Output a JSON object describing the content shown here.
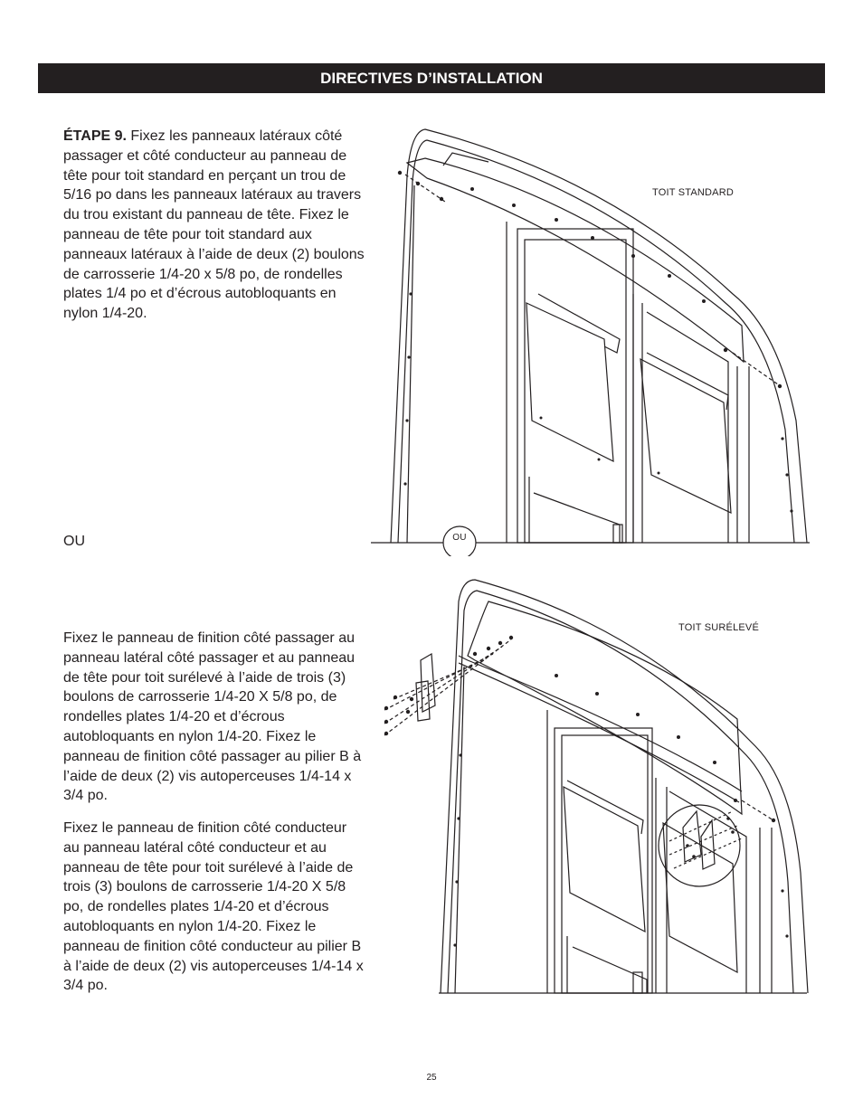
{
  "header": {
    "title": "DIRECTIVES D’INSTALLATION"
  },
  "step9": {
    "label": "ÉTAPE 9.",
    "text": "Fixez les panneaux latéraux côté passager et côté conducteur au panneau de tête pour toit standard en perçant un trou de 5/16 po dans les panneaux latéraux au travers du trou existant du panneau de tête. Fixez le panneau de tête pour toit standard aux panneaux latéraux à l’aide de deux (2) boulons de carrosserie 1/4-20 x 5/8 po, de rondelles plates 1/4 po et d’écrous autobloquants en nylon 1/4-20."
  },
  "or_text": "OU",
  "passenger_text": "Fixez le panneau de finition côté passager au panneau latéral côté passager et au panneau de tête pour toit surélevé à l’aide de trois (3) boulons de carrosserie 1/4-20 X 5/8 po, de rondelles plates 1/4-20 et d’écrous autobloquants en nylon 1/4-20. Fixez le panneau de finition côté passager au pilier B à l’aide de deux (2) vis autoperceuses 1/4-14 x 3/4 po.",
  "driver_text": "Fixez le panneau de finition côté conducteur au panneau latéral côté conducteur et au panneau de tête pour toit surélevé à l’aide de trois (3) boulons de carrosserie 1/4-20 X 5/8 po, de rondelles plates 1/4-20 et d’écrous autobloquants en nylon 1/4-20. Fixez le panneau de finition côté conducteur au pilier B à l’aide de deux (2) vis autoperceuses 1/4-14 x 3/4 po.",
  "figures": {
    "standard_label": "TOIT STANDARD",
    "or_badge": "OU",
    "raised_label": "TOIT SURÉLEVÉ"
  },
  "page_number": "25"
}
